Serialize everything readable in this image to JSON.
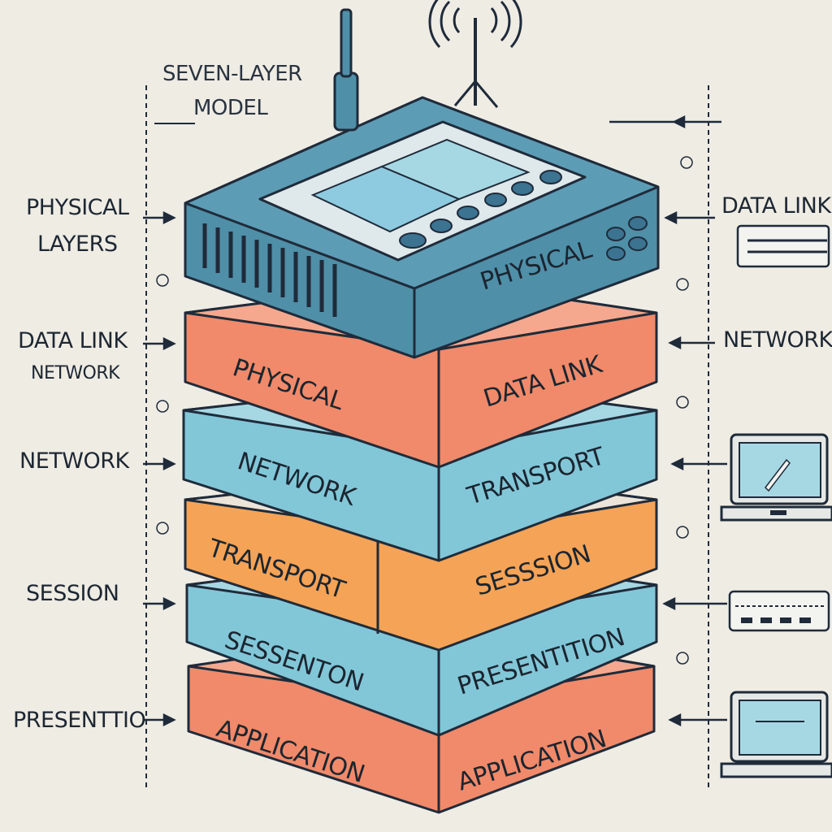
{
  "title": {
    "line1": "SEVEN-LAYER",
    "line2": "MODEL"
  },
  "left_labels": [
    {
      "text": "PHYSICAL"
    },
    {
      "text": "LAYERS"
    },
    {
      "text": "DATA LINK"
    },
    {
      "text": "NETWORK"
    },
    {
      "text": "NETWORK"
    },
    {
      "text": "SESSION"
    },
    {
      "text": "PRESENTTIO"
    }
  ],
  "right_labels": [
    {
      "text": "DATA LINK"
    },
    {
      "text": "NETWORK"
    }
  ],
  "stack_layers": [
    {
      "name": "router",
      "color": "#4f8fa8",
      "left_text": "",
      "right_text": "PHYSICAL"
    },
    {
      "name": "layer-2",
      "color": "#f08a6a",
      "left_text": "PHYSICAL",
      "right_text": "DATA LINK"
    },
    {
      "name": "layer-3",
      "color": "#82c7d8",
      "left_text": "NETWORK",
      "right_text": "TRANSPORT"
    },
    {
      "name": "layer-4",
      "color": "#f5a356",
      "left_text": "TRANSPORT",
      "right_text": "SESSSION"
    },
    {
      "name": "layer-5",
      "color": "#82c7d8",
      "left_text": "SESSENTON",
      "right_text": "PRESENTITION"
    },
    {
      "name": "layer-6",
      "color": "#f08a6a",
      "left_text": "APPLICATION",
      "right_text": "APPLICATION"
    }
  ],
  "icons": [
    "router-icon",
    "antenna-icon",
    "wifi-signal-icon",
    "switch-icon",
    "laptop-icon",
    "server-icon",
    "monitor-icon"
  ],
  "colors": {
    "background": "#efece4",
    "outline": "#1f2b3a",
    "blue": "#82c7d8",
    "coral": "#f08a6a",
    "orange": "#f5a356",
    "router": "#4f8fa8"
  }
}
